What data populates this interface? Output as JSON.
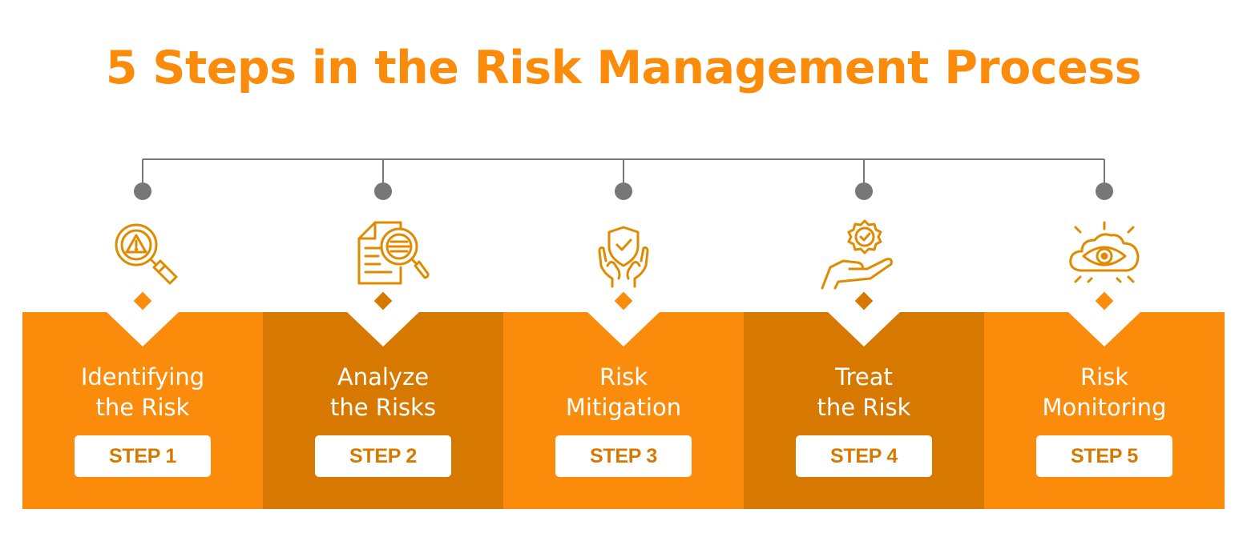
{
  "title": "5 Steps in the Risk Management Process",
  "colors": {
    "title": "#fb8b0b",
    "band_light": "#fb8b0b",
    "band_dark": "#d77801",
    "connector": "#777777",
    "icon_stroke": "#e08a00",
    "step_text": "#d77801"
  },
  "steps": [
    {
      "label_line1": "Identifying",
      "label_line2": "the Risk",
      "step": "STEP 1",
      "icon": "magnifier-warning-icon",
      "tone": "light"
    },
    {
      "label_line1": "Analyze",
      "label_line2": "the Risks",
      "step": "STEP 2",
      "icon": "document-analysis-icon",
      "tone": "dark"
    },
    {
      "label_line1": "Risk",
      "label_line2": "Mitigation",
      "step": "STEP 3",
      "icon": "hands-shield-icon",
      "tone": "light"
    },
    {
      "label_line1": "Treat",
      "label_line2": "the Risk",
      "step": "STEP 4",
      "icon": "hand-badge-icon",
      "tone": "dark"
    },
    {
      "label_line1": "Risk",
      "label_line2": "Monitoring",
      "step": "STEP 5",
      "icon": "cloud-eye-icon",
      "tone": "light"
    }
  ]
}
